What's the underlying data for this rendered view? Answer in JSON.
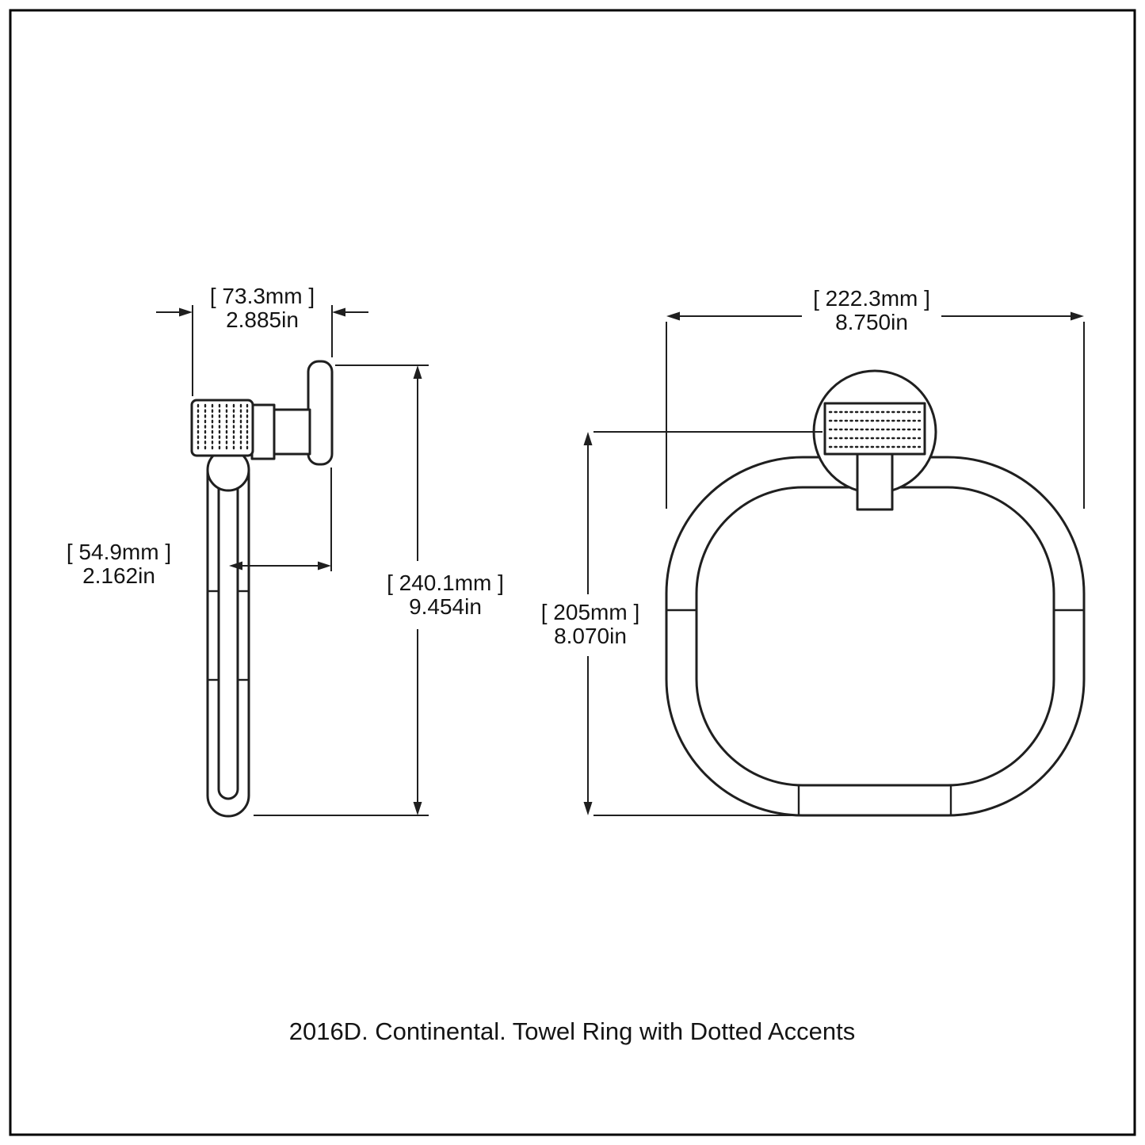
{
  "drawing": {
    "caption": "2016D. Continental. Towel Ring with Dotted Accents",
    "colors": {
      "line": "#1f1f1f",
      "background": "#ffffff"
    },
    "side_view": {
      "label": "towel-ring-side-view",
      "dims": {
        "width": {
          "mm": "[ 73.3mm ]",
          "inch": "2.885in"
        },
        "depth": {
          "mm": "[ 54.9mm ]",
          "inch": "2.162in"
        },
        "height": {
          "mm": "[ 240.1mm ]",
          "inch": "9.454in"
        }
      }
    },
    "front_view": {
      "label": "towel-ring-front-view",
      "dims": {
        "width": {
          "mm": "[ 222.3mm ]",
          "inch": "8.750in"
        },
        "height": {
          "mm": "[ 205mm ]",
          "inch": "8.070in"
        }
      }
    }
  }
}
